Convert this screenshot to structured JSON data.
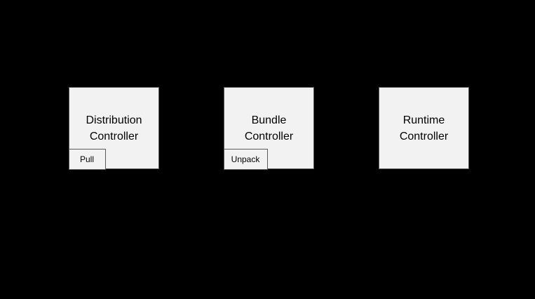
{
  "canvas": {
    "background_color": "#000000"
  },
  "diagram": {
    "style": {
      "node_fill": "#f2f2f2",
      "node_border": "#5b5b5b",
      "text_color": "#000000"
    },
    "nodes": [
      {
        "name": "distribution-controller",
        "label": "Distribution\nController",
        "badge": "Pull"
      },
      {
        "name": "bundle-controller",
        "label": "Bundle\nController",
        "badge": "Unpack"
      },
      {
        "name": "runtime-controller",
        "label": "Runtime\nController",
        "badge": null
      }
    ]
  }
}
